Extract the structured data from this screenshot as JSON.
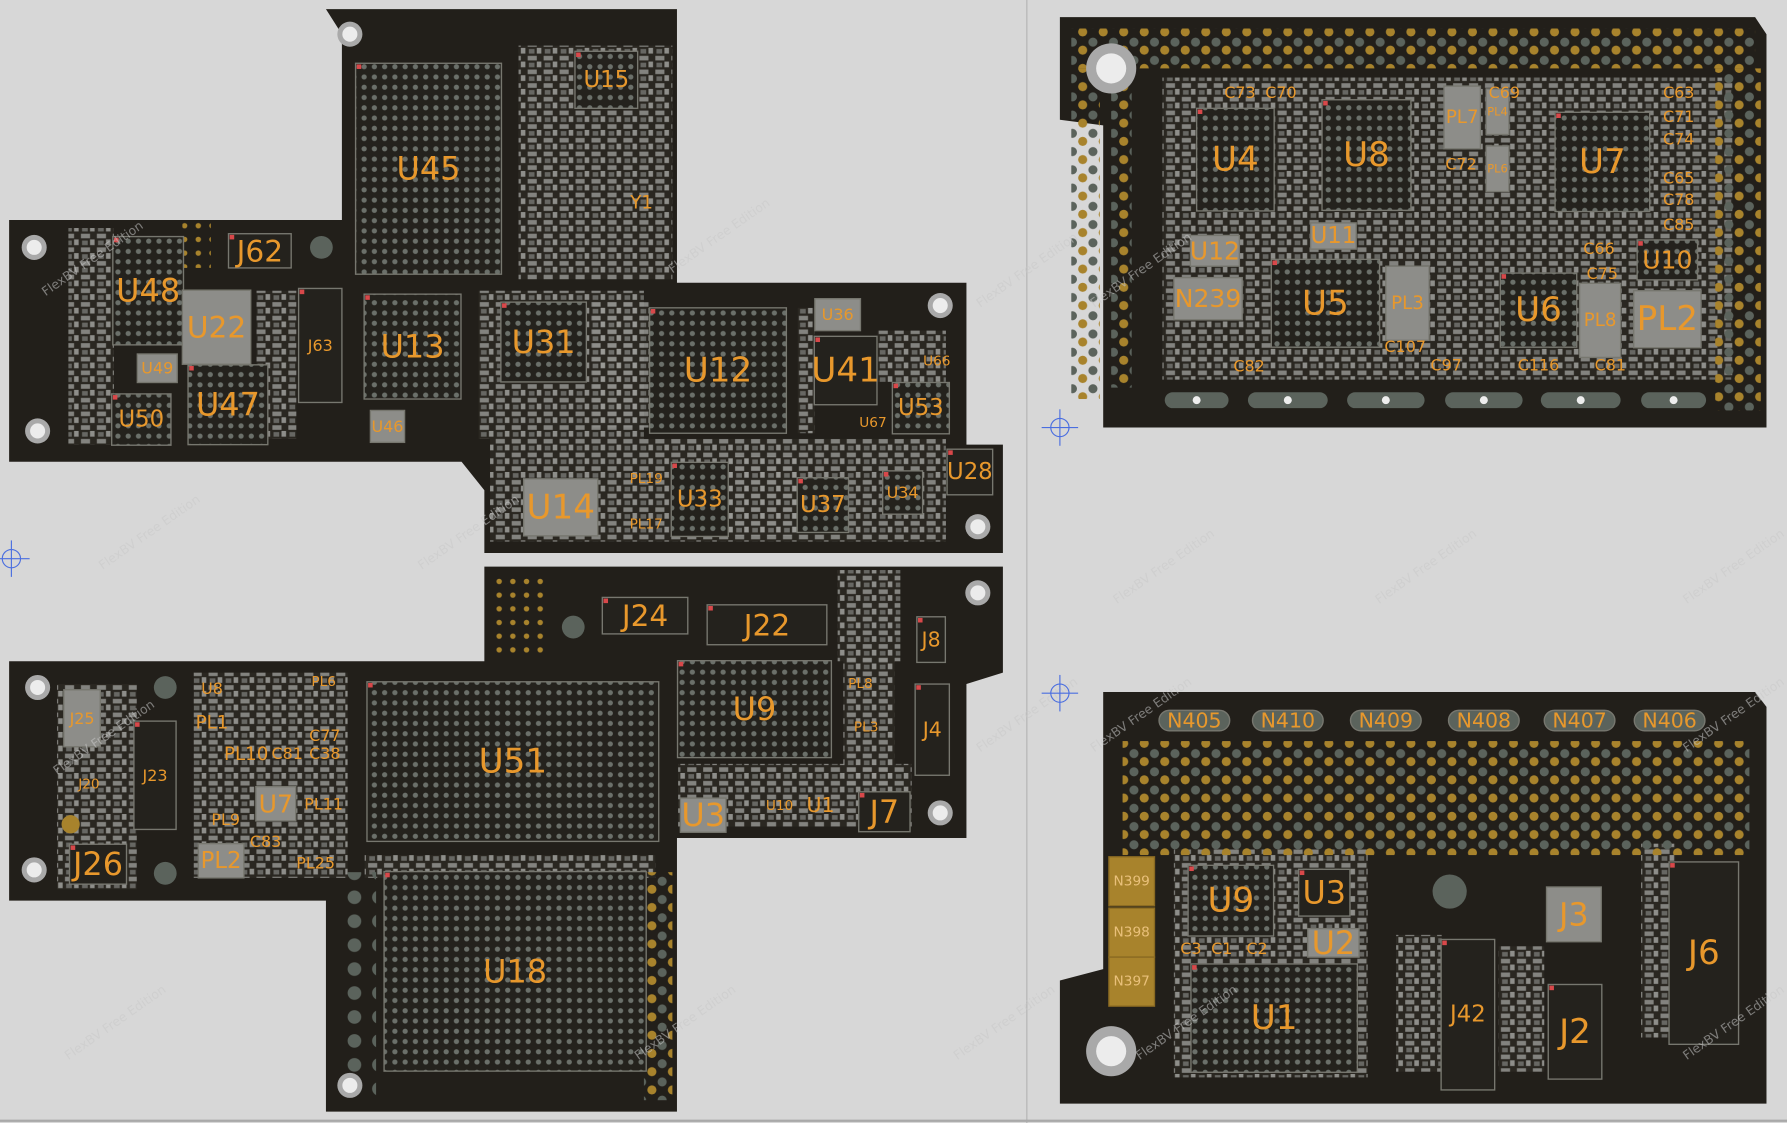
{
  "app": {
    "watermark": "FlexBV Free Edition"
  },
  "colors": {
    "background": "#d7d7d7",
    "board": "#221f1a",
    "label": "#e8982c",
    "pad_gray": "#5b635c",
    "pad_gold": "#a8832c",
    "pin1": "#d8484a",
    "crosshair": "#4a6ee0"
  },
  "boards": [
    {
      "name": "board-top-left",
      "components": [
        "U45",
        "U15",
        "Y1",
        "J62",
        "U48",
        "U22",
        "U47",
        "U49",
        "U50",
        "J63",
        "U13",
        "U46",
        "U31",
        "U12",
        "U41",
        "U36",
        "U53",
        "U14",
        "U33",
        "U37",
        "U34",
        "U28",
        "PL19",
        "PL17",
        "U66",
        "U67"
      ]
    },
    {
      "name": "board-bottom-left",
      "components": [
        "J24",
        "J22",
        "J8",
        "U9",
        "U51",
        "J4",
        "J25",
        "J23",
        "J20",
        "J26",
        "U8",
        "PL6",
        "PL1",
        "PL10",
        "C81",
        "C77",
        "C38",
        "U7",
        "PL9",
        "PL11",
        "PL2",
        "C83",
        "PL25",
        "PL8",
        "PL3",
        "U3",
        "U10",
        "U1",
        "J7",
        "U18"
      ]
    },
    {
      "name": "board-top-right",
      "components": [
        "U4",
        "U8",
        "U7",
        "PL7",
        "PL4",
        "PL6",
        "C73",
        "C70",
        "C69",
        "C63",
        "C71",
        "C74",
        "C65",
        "C78",
        "C85",
        "C72",
        "C66",
        "C75",
        "U12",
        "U11",
        "N239",
        "U5",
        "PL3",
        "U6",
        "PL8",
        "PL2",
        "U10",
        "C107",
        "C82",
        "C97",
        "C116",
        "C81"
      ]
    },
    {
      "name": "board-bottom-right",
      "components": [
        "N405",
        "N410",
        "N409",
        "N408",
        "N407",
        "N406",
        "N399",
        "N398",
        "N397",
        "U9",
        "U3",
        "U2",
        "U1",
        "C3",
        "C1",
        "C2",
        "J42",
        "J3",
        "J2",
        "J6"
      ]
    }
  ]
}
